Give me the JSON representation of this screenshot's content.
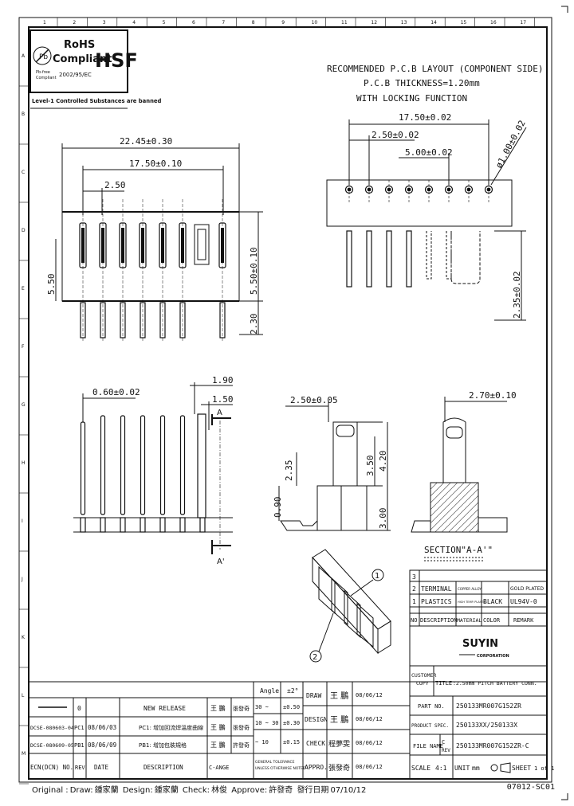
{
  "badge": {
    "rohs": "RoHS",
    "compliant": "Compliant",
    "directive": "2002/95/EC",
    "hsf": "HSF",
    "pb_free": "Pb",
    "pb_caption1": "Pb-free",
    "pb_caption2": "Compliant",
    "level_note": "Level-1 Controlled Substances are banned"
  },
  "ruler": {
    "top": [
      "1",
      "2",
      "3",
      "4",
      "5",
      "6",
      "7",
      "8",
      "9",
      "10",
      "11",
      "12",
      "13",
      "14",
      "15",
      "16",
      "17"
    ],
    "left": [
      "A",
      "B",
      "C",
      "D",
      "E",
      "F",
      "G",
      "H",
      "I",
      "J",
      "K",
      "L",
      "M"
    ]
  },
  "pcb_layout": {
    "title_line1": "RECOMMENDED P.C.B LAYOUT (COMPONENT SIDE)",
    "title_line2": "P.C.B THICKNESS=1.20mm",
    "title_line3": "WITH LOCKING FUNCTION",
    "dim_total": "17.50±0.02",
    "dim_pitch": "2.50±0.02",
    "dim_offset": "5.00±0.02",
    "dim_hole": "ø1.00±0.02",
    "dim_height": "2.35±0.02"
  },
  "top_view": {
    "dim_overall": "22.45±0.30",
    "dim_span": "17.50±0.10",
    "dim_pitch": "2.50",
    "dim_left": "5.50",
    "dim_right_upper": "5.50±0.10",
    "dim_right_lower": "2.30"
  },
  "front_view": {
    "dim_pin": "0.60±0.02",
    "dim_a": "1.90",
    "dim_b": "1.50",
    "label_a_top": "A",
    "label_a_bottom": "A'"
  },
  "side_view": {
    "dim_top": "2.50±0.05",
    "dim_235": "2.35",
    "dim_350": "3.50",
    "dim_420": "4.20",
    "dim_090": "0.90",
    "dim_300": "3.00"
  },
  "section_view": {
    "dim_top": "2.70±0.10",
    "label": "SECTION\"A-A'\""
  },
  "iso": {
    "callout1": "1",
    "callout2": "2"
  },
  "bom": {
    "rows": [
      {
        "no": "3",
        "desc": "",
        "material": "",
        "color": "",
        "remark": ""
      },
      {
        "no": "2",
        "desc": "TERMINAL",
        "material": "COPPER ALLOY",
        "color": "",
        "remark": "GOLD PLATED"
      },
      {
        "no": "1",
        "desc": "PLASTICS",
        "material": "HIGH TEMP. PLASTIC",
        "color": "BLACK",
        "remark": "UL94V-0"
      }
    ],
    "header": {
      "no": "NO",
      "desc": "DESCRIPTION",
      "material": "MATERIAL",
      "color": "COLOR",
      "remark": "REMARK"
    }
  },
  "company": {
    "logo": "SUYIN",
    "sub": "CORPORATION"
  },
  "title_block": {
    "customer_label": "CUSTOMER",
    "copy_label": "COPY",
    "title_label": "TITLE",
    "title_value": ":2.50mm PITCH BATTERY CONN.",
    "part_label": "PART NO.",
    "part_value": "250133MR007G152ZR",
    "spec_label": "PRODUCT SPEC.",
    "spec_value": "250133XX/250133X",
    "file_label": "FILE NAME",
    "file_value": "250133MR007G152ZR-C",
    "rev_label": "REV",
    "rev_value": "C",
    "scale_label": "SCALE",
    "scale_value": "4:1",
    "unit_label": "UNIT",
    "unit_value": "mm",
    "sheet_label": "SHEET",
    "sheet_value": "1 of 1",
    "draw_label": "DRAW",
    "design_label": "DESIGN",
    "check_label": "CHECK",
    "approve_label": "APPRO.",
    "draw_name": "王 鵬",
    "design_name": "王 鵬",
    "check_name": "程夢雯",
    "approve_name": "張發奇",
    "draw_date": "08/06/12",
    "design_date": "08/06/12",
    "check_date": "08/06/12",
    "approve_date": "08/06/12",
    "angle_label": "Angle",
    "tol_label": "±2°",
    "tol_rows": [
      {
        "range": "30 ~",
        "value": "±0.50"
      },
      {
        "range": "10 ~ 30",
        "value": "±0.30"
      },
      {
        "range": "~ 10",
        "value": "±0.15"
      }
    ],
    "general_tol_1": "GENERAL TOLERANCE",
    "general_tol_2": "UNLESS OTHERWISE NOTED"
  },
  "revisions": {
    "header": {
      "ecn": "ECN(DCN) NO.",
      "rev": "REV",
      "date": "DATE",
      "desc": "DESCRIPTION",
      "change": "C-ANGE",
      "by": "",
      "appr": ""
    },
    "rows": [
      {
        "ecn": "———",
        "rev": "0",
        "date": "",
        "desc": "NEW RELEASE",
        "by": "王 鵬",
        "appr": "張發奇"
      },
      {
        "ecn": "DCSE-080603-04",
        "rev": "PC1",
        "date": "08/06/03",
        "desc": "PC1: 增加回流焊溫度曲線",
        "by": "王 鵬",
        "appr": "張發奇"
      },
      {
        "ecn": "DCSE-080609-05",
        "rev": "PB1",
        "date": "08/06/09",
        "desc": "PB1: 增加包裝規格",
        "by": "王 鵬",
        "appr": "許發奇"
      }
    ]
  },
  "footer": {
    "original": "Original :",
    "draw": "Draw:",
    "draw_name": "鍾家蘭",
    "design": "Design:",
    "design_name": "鍾家蘭",
    "check": "Check:",
    "check_name": "林俊",
    "approve": "Approve:",
    "approve_name": "許發奇",
    "date_label": "發行日期",
    "date": "07/10/12",
    "doc_code": "07012-SC01"
  }
}
